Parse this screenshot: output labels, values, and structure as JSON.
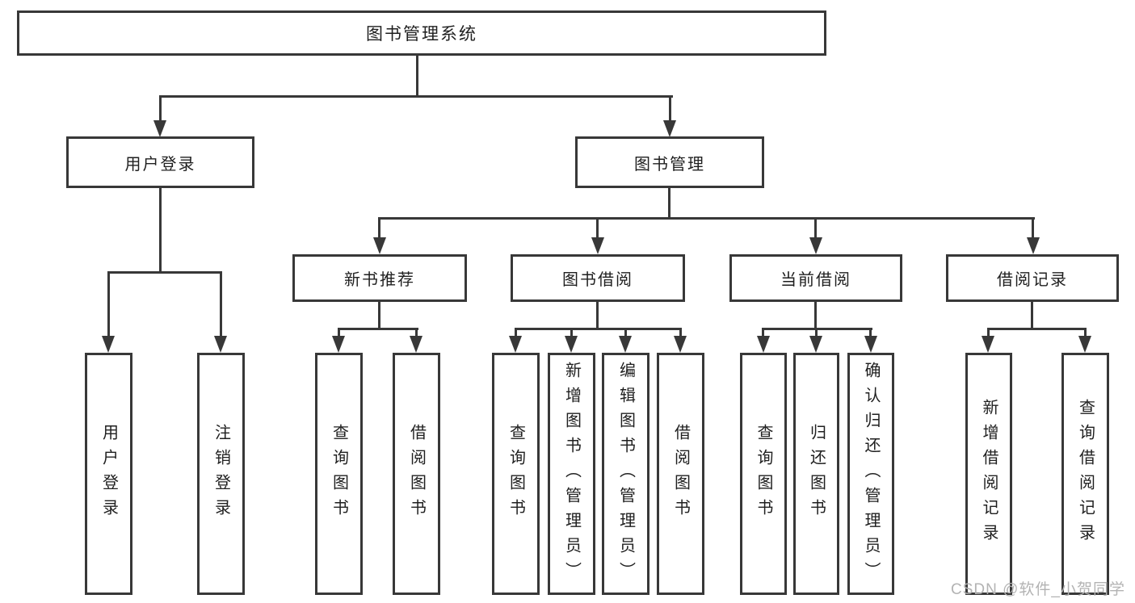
{
  "diagram": {
    "title_node": "图书管理系统",
    "branches": [
      {
        "label": "用户登录",
        "children": [
          {
            "label": "用户登录"
          },
          {
            "label": "注销登录"
          }
        ]
      },
      {
        "label": "图书管理",
        "groups": [
          {
            "label": "新书推荐",
            "children": [
              {
                "label": "查询图书"
              },
              {
                "label": "借阅图书"
              }
            ]
          },
          {
            "label": "图书借阅",
            "children": [
              {
                "label": "查询图书"
              },
              {
                "label": "新增图书（管理员）"
              },
              {
                "label": "编辑图书（管理员）"
              },
              {
                "label": "借阅图书"
              }
            ]
          },
          {
            "label": "当前借阅",
            "children": [
              {
                "label": "查询图书"
              },
              {
                "label": "归还图书"
              },
              {
                "label": "确认归还（管理员）"
              }
            ]
          },
          {
            "label": "借阅记录",
            "children": [
              {
                "label": "新增借阅记录"
              },
              {
                "label": "查询借阅记录"
              }
            ]
          }
        ]
      }
    ]
  },
  "watermark": {
    "text": "CSDN @软件_小贺同学"
  },
  "colors": {
    "line": "#383838",
    "text": "#1f1f1f",
    "watermark": "#b3b3b3",
    "background": "#ffffff"
  }
}
